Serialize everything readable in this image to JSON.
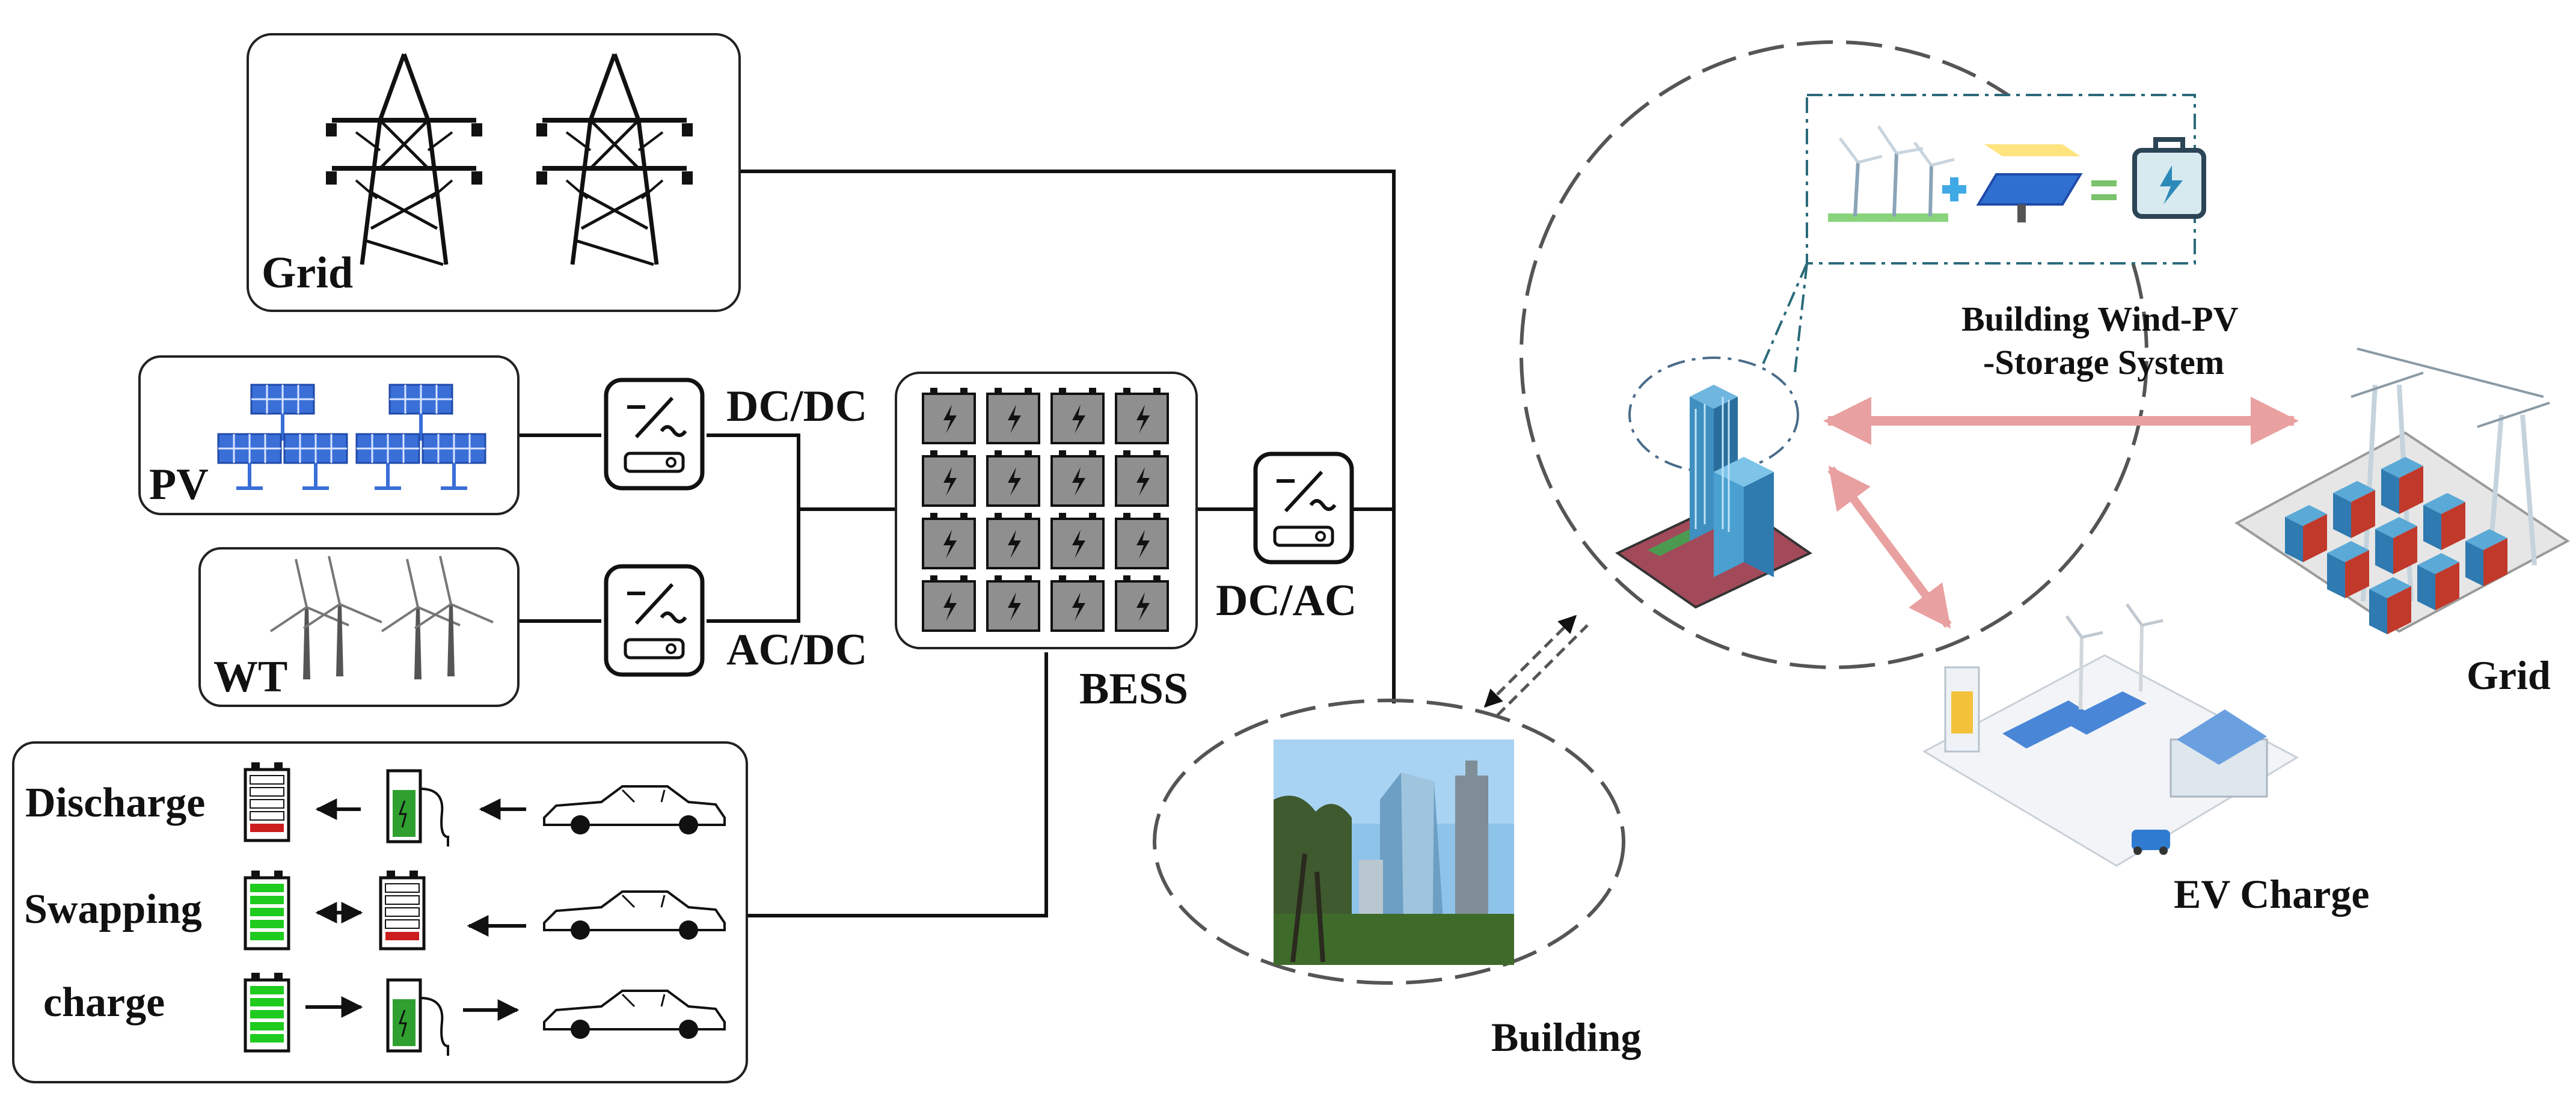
{
  "labels": {
    "grid_left": "Grid",
    "pv": "PV",
    "wt": "WT",
    "dc_dc": "DC/DC",
    "ac_dc": "AC/DC",
    "dc_ac": "DC/AC",
    "bess": "BESS",
    "discharge": "Discharge",
    "swapping": "Swapping",
    "charge": "charge",
    "building_system_line1": "Building Wind-PV",
    "building_system_line2": "-Storage System",
    "grid_right": "Grid",
    "ev_charge": "EV Charge",
    "building": "Building"
  },
  "colors": {
    "line": "#111111",
    "battery_gray": "#8f8f8f",
    "battery_green": "#1ecb1e",
    "battery_red": "#cc1e1e",
    "pv_blue": "#3a6fd8",
    "dashed": "#555555",
    "arrow_pink": "#e9a0a0"
  },
  "icons": [
    "transmission-tower-icon",
    "solar-panel-icon",
    "wind-turbine-icon",
    "converter-icon",
    "battery-icon",
    "charging-pile-icon",
    "car-icon"
  ]
}
